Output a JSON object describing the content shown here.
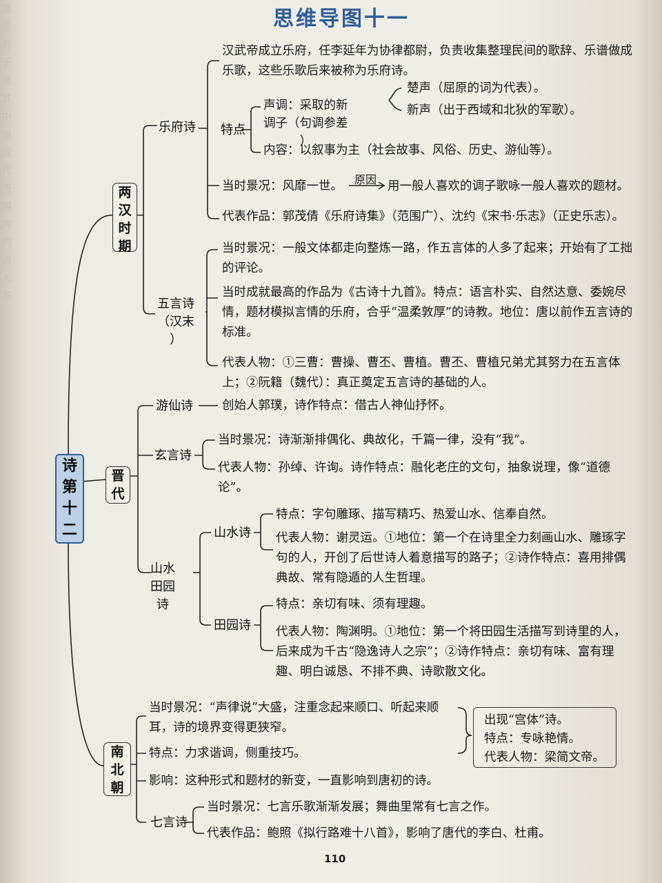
{
  "title": "思维导图十一",
  "root": "诗第十二",
  "page_number": "110",
  "han": {
    "label": "两汉时期",
    "yuefu": {
      "label": "乐府诗",
      "intro": "汉武帝成立乐府，任李延年为协律都尉，负责收集整理民间的歌辞、乐谱做成乐歌，这些乐歌后来被称为乐府诗。",
      "tedian": "特点",
      "shengdiao": "声调：采取的新调子（句调参差）",
      "chusheng": "楚声（屈原的词为代表）。",
      "xinsheng": "新声（出于西域和北狄的军歌）。",
      "neirong": "内容：以叙事为主（社会故事、风俗、历史、游仙等）。",
      "jingkuang": "当时景况：风靡一世。",
      "yuanyin": "原因",
      "yuanyin_text": "用一般人喜欢的调子歌咏一般人喜欢的题材。",
      "daibiao": "代表作品：郭茂倩《乐府诗集》（范围广）、沈约《宋书·乐志》（正史乐志）。"
    },
    "wuyan": {
      "label": "五言诗（汉末）",
      "jingkuang": "当时景况：一般文体都走向整炼一路，作五言体的人多了起来；开始有了工拙的评论。",
      "chengjiu": "当时成就最高的作品为《古诗十九首》。特点：语言朴实、自然达意、委婉尽情，题材模拟言情的乐府，合乎“温柔敦厚”的诗教。地位：唐以前作五言诗的标准。",
      "renwu": "代表人物：①三曹：曹操、曹丕、曹植。曹丕、曹植兄弟尤其努力在五言体上；②阮籍（魏代）：真正奠定五言诗的基础的人。"
    }
  },
  "jin": {
    "label": "晋代",
    "youxian": {
      "label": "游仙诗",
      "text": "创始人郭璞，诗作特点：借古人神仙抒怀。"
    },
    "xuanyan": {
      "label": "玄言诗",
      "jingkuang": "当时景况：诗渐渐排偶化、典故化，千篇一律，没有“我”。",
      "renwu": "代表人物：孙绰、许询。诗作特点：融化老庄的文句，抽象说理，像“道德论”。"
    },
    "shantian": {
      "label": "山水田园诗"
    },
    "shanshui": {
      "label": "山水诗",
      "tedian": "特点：字句雕琢、描写精巧、热爱山水、信奉自然。",
      "renwu": "代表人物：谢灵运。①地位：第一个在诗里全力刻画山水、雕琢字句的人，开创了后世诗人着意描写的路子；②诗作特点：喜用排偶典故、常有隐遁的人生哲理。"
    },
    "tianyuan": {
      "label": "田园诗",
      "tedian": "特点：亲切有味、须有理趣。",
      "renwu": "代表人物：陶渊明。①地位：第一个将田园生活描写到诗里的人，后来成为千古“隐逸诗人之宗”；②诗作特点：亲切有味、富有理趣、明白诚恳、不排不典、诗歌散文化。"
    }
  },
  "nanbei": {
    "label": "南北朝",
    "jingkuang": "当时景况：“声律说”大盛，注重念起来顺口、听起来顺耳，诗的境界变得更狭窄。",
    "gongti": {
      "chuxian": "出现“宫体”诗。",
      "tedian": "特点：专咏艳情。",
      "renwu": "代表人物：梁简文帝。"
    },
    "tedian": "特点：力求谐调，侧重技巧。",
    "yingxiang": "影响：这种形式和题材的新变，一直影响到唐初的诗。",
    "qiyan": {
      "label": "七言诗",
      "jingkuang": "当时景况：七言乐歌渐渐发展；舞曲里常有七言之作。",
      "daibiao": "代表作品：鲍照《拟行路难十八首》，影响了唐代的李白、杜甫。"
    }
  }
}
